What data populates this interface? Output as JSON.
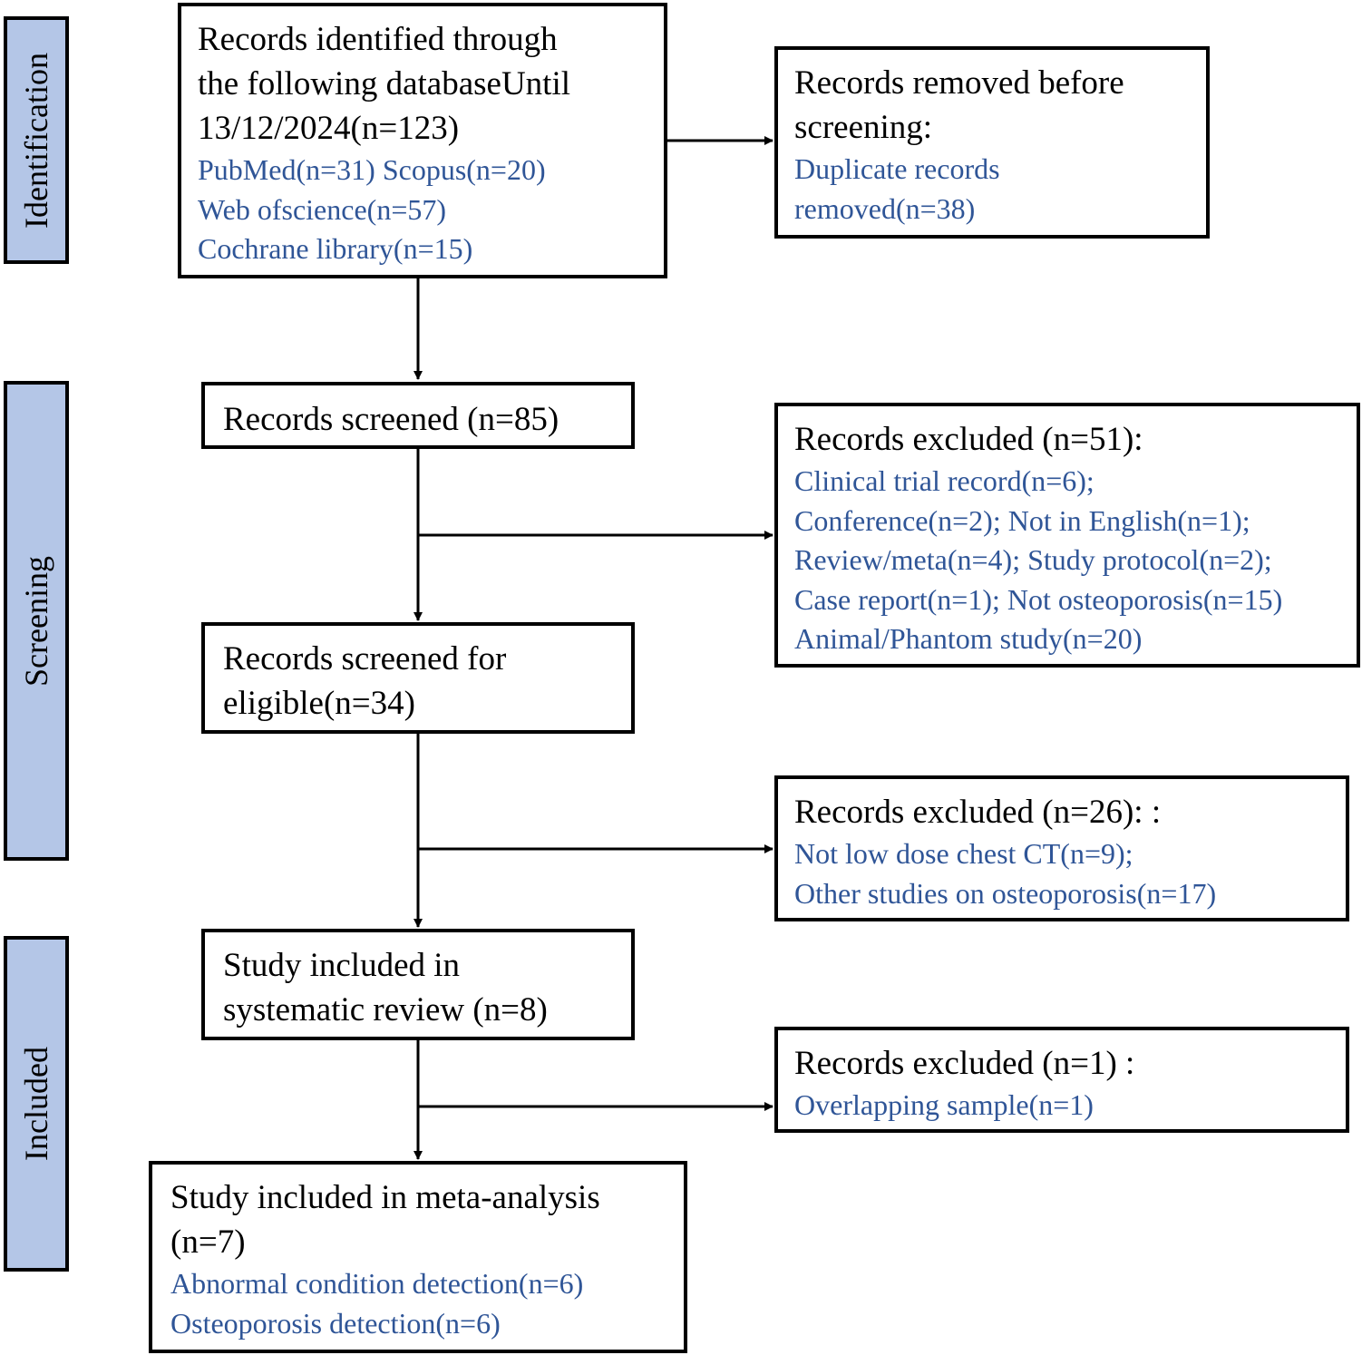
{
  "stages": {
    "identification": "Identification",
    "screening": "Screening",
    "included": "Included"
  },
  "identified": {
    "lines": [
      "Records identified through",
      "the following databaseUntil",
      "13/12/2024(n=123)"
    ],
    "sources": [
      "PubMed(n=31) Scopus(n=20)",
      "Web ofscience(n=57)",
      "Cochrane library(n=15)"
    ]
  },
  "removed": {
    "lines": [
      "Records removed before",
      "screening:"
    ],
    "details": [
      "Duplicate records",
      "removed(n=38)"
    ]
  },
  "screened": {
    "label": "Records screened (n=85)"
  },
  "excluded_screening": {
    "title": "Records excluded (n=51):",
    "details": [
      "Clinical trial record(n=6);",
      "Conference(n=2); Not in English(n=1);",
      "Review/meta(n=4); Study protocol(n=2);",
      "Case report(n=1); Not osteoporosis(n=15)",
      "Animal/Phantom study(n=20)"
    ]
  },
  "eligible": {
    "lines": [
      "Records screened for",
      "eligible(n=34)"
    ]
  },
  "excluded_eligibility": {
    "title": "Records excluded (n=26): :",
    "details": [
      "Not low dose chest CT(n=9);",
      "Other studies on osteoporosis(n=17)"
    ]
  },
  "systematic_review": {
    "lines": [
      "Study included in",
      "systematic review (n=8)"
    ]
  },
  "excluded_overlap": {
    "title": "Records excluded (n=1) :",
    "details": [
      "Overlapping sample(n=1)"
    ]
  },
  "meta_analysis": {
    "lines": [
      "Study included in meta-analysis",
      "(n=7)"
    ],
    "details": [
      "Abnormal condition detection(n=6)",
      "Osteoporosis detection(n=6)"
    ]
  },
  "colors": {
    "stage_fill": "#b4c6e7",
    "detail_text": "#2f5597",
    "border": "#000000"
  }
}
